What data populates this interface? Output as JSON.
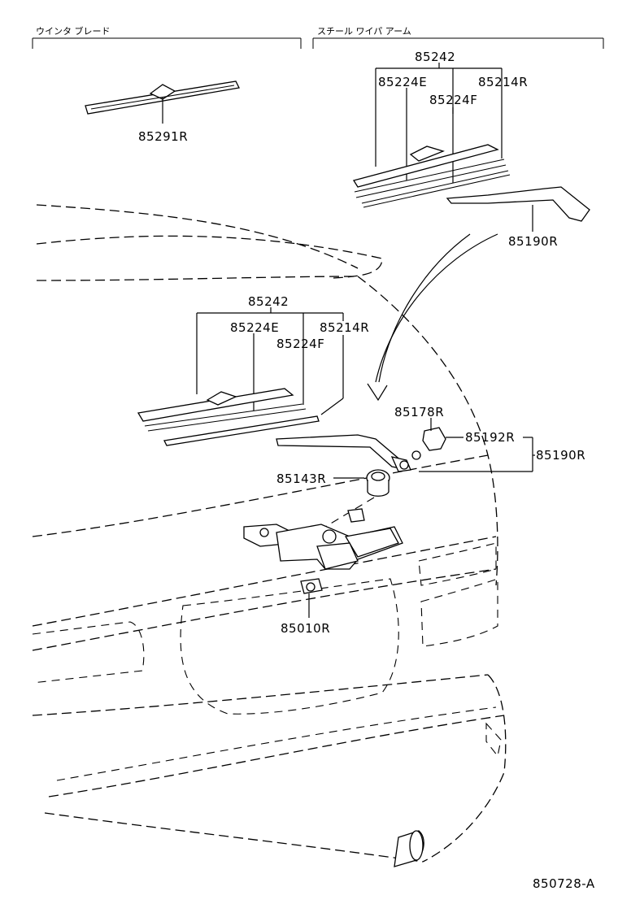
{
  "headers": {
    "left": "ウインタ ブレード",
    "right": "スチール ワイパ アーム"
  },
  "top_right": {
    "assembly": "85242",
    "blade_insert_e": "85224E",
    "blade_insert_r": "85214R",
    "blade_insert_f": "85224F",
    "arm": "85190R"
  },
  "top_left": {
    "winter_blade": "85291R"
  },
  "main": {
    "assembly": "85242",
    "blade_insert_e": "85224E",
    "blade_insert_r": "85214R",
    "blade_insert_f": "85224F",
    "nut": "85178R",
    "cap": "85192R",
    "arm": "85190R",
    "pivot_cap": "85143R",
    "motor": "85010R"
  },
  "figure_code": "850728-A"
}
